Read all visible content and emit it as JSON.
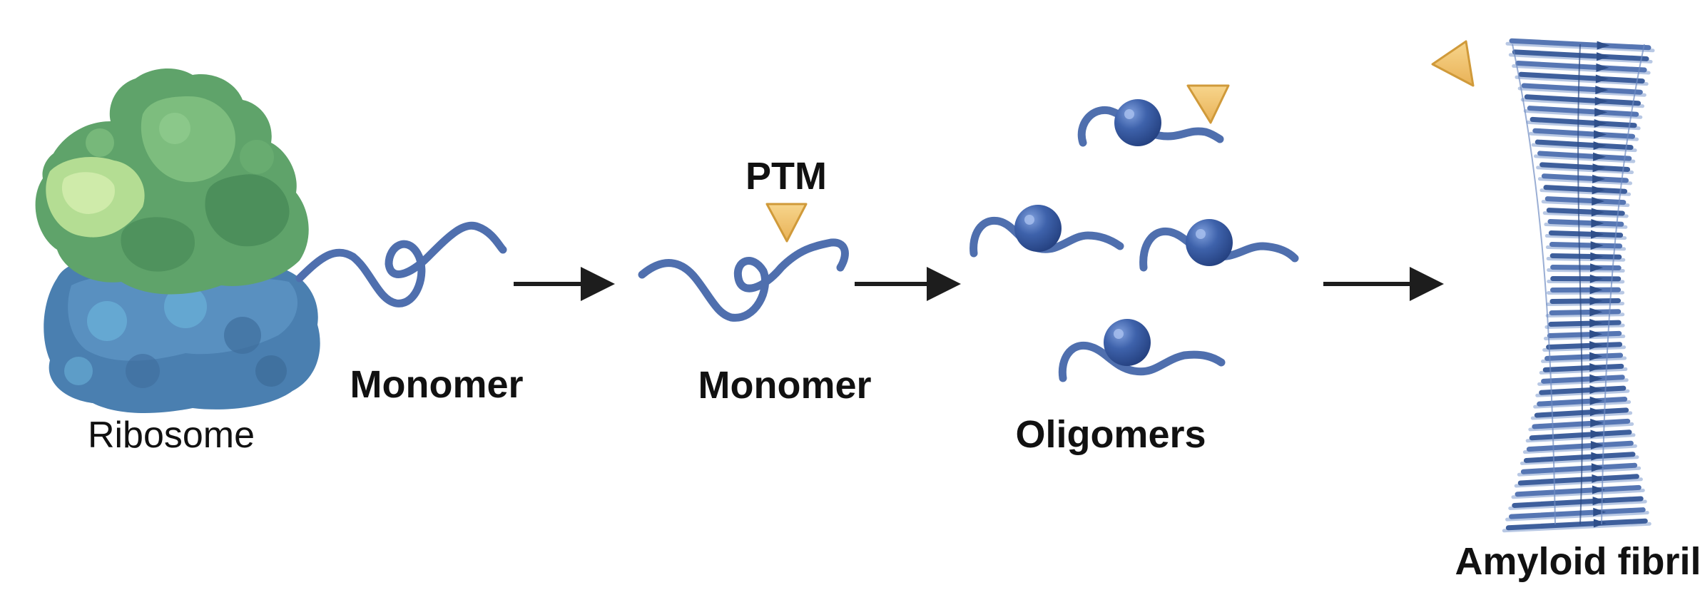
{
  "labels": {
    "ribosome": "Ribosome",
    "monomer_1": "Monomer",
    "ptm": "PTM",
    "monomer_2": "Monomer",
    "oligomers": "Oligomers",
    "amyloid_fibril": "Amyloid fibril"
  },
  "colors": {
    "ribosome_large_subunit": "#5fa36a",
    "ribosome_small_subunit": "#4a7fb0",
    "protein_chain": "#4f6fae",
    "oligomer_core": "#3c5fa6",
    "ptm_marker": "#f2c46d",
    "fibril": "#4a6ea8",
    "arrow": "#1d1d1d"
  },
  "icons": {
    "ptm_marker": "triangle-down",
    "process_arrow": "arrow-right"
  }
}
